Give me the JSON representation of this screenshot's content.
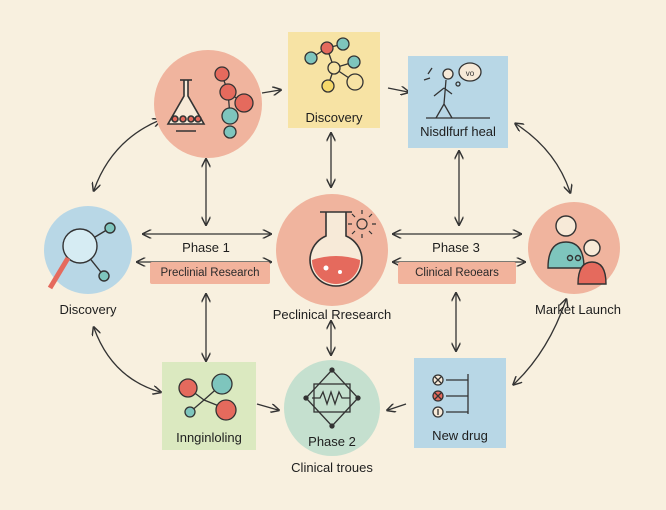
{
  "nodes": {
    "discovery_left": {
      "label": "Discovery"
    },
    "discovery_top": {
      "label": "Discovery"
    },
    "top_right": {
      "label": "Nisdlfurf heal"
    },
    "center": {
      "label": "Peclinical Rresearch"
    },
    "market": {
      "label": "Market Launch"
    },
    "bottom_left": {
      "label": "Innginloling"
    },
    "bottom_center": {
      "label": "Phase 2",
      "caption": "Clinical troues"
    },
    "bottom_right": {
      "label": "New drug"
    }
  },
  "links": {
    "phase1": {
      "label": "Phase 1",
      "banner": "Preclinial Research"
    },
    "phase3": {
      "label": "Phase 3",
      "banner": "Clinical Reoears"
    }
  },
  "node_icon_text": {
    "top_right_bubble": "vo"
  },
  "colors": {
    "background": "#f8f0df",
    "peach": "#f0b49e",
    "blue": "#b8d7e6",
    "yellow": "#f7e3a4",
    "green": "#dbe9c0",
    "mint": "#c5e0cf",
    "banner": "#f2b39c",
    "red": "#e56a5d",
    "teal": "#7ec5bd",
    "ink": "#333333"
  }
}
